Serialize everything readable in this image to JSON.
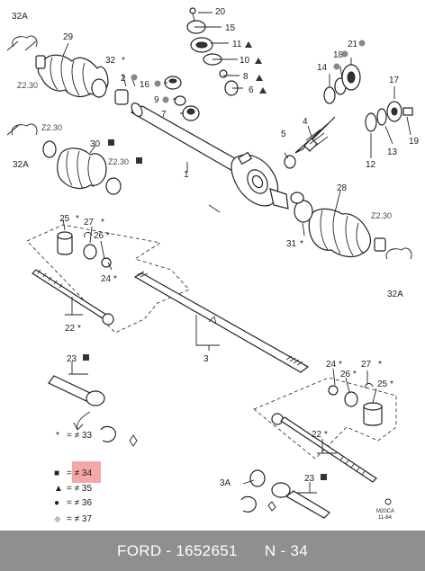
{
  "callouts": {
    "n1": "1",
    "n2": "2",
    "n3": "3",
    "n3a": "3A",
    "n4": "4",
    "n5": "5",
    "n6": "6",
    "n7": "7",
    "n8": "8",
    "n9": "9",
    "n10": "10",
    "n11": "11",
    "n12": "12",
    "n13": "13",
    "n14": "14",
    "n15": "15",
    "n16": "16",
    "n17": "17",
    "n18": "18",
    "n19": "19",
    "n20": "20",
    "n21": "21",
    "n22a": "22",
    "n22b": "22",
    "n23a": "23",
    "n23b": "23",
    "n24a": "24",
    "n24b": "24",
    "n25a": "25",
    "n25b": "25",
    "n26a": "26",
    "n26b": "26",
    "n27a": "27",
    "n27b": "27",
    "n28": "28",
    "n29": "29",
    "n30": "30",
    "n31": "31",
    "n32": "32",
    "n32a_top": "32A",
    "n32a_mid": "32A",
    "n32a_right": "32A"
  },
  "torque_labels": {
    "z_top_left": "Z2.30",
    "z_mid_left": "Z2.30",
    "z_mid_center": "Z2.30",
    "z_right": "Z2.30"
  },
  "legend": [
    {
      "symbol": "*",
      "text": "= ≠ 33"
    },
    {
      "symbol": "■",
      "text": "= ≠ 34"
    },
    {
      "symbol": "▲",
      "text": "= ≠ 35"
    },
    {
      "symbol": "●",
      "text": "= ≠ 36"
    },
    {
      "symbol": "◆",
      "text": "= ≠ 37"
    }
  ],
  "drawing_code": {
    "line1": "M20CA",
    "line2": "11-84"
  },
  "footer": {
    "brand": "FORD",
    "part_number": "1652651",
    "page": "N - 34"
  },
  "colors": {
    "highlight": "#f4a7a7",
    "footer_bg": "#8f8f8f",
    "footer_text": "#ffffff"
  }
}
